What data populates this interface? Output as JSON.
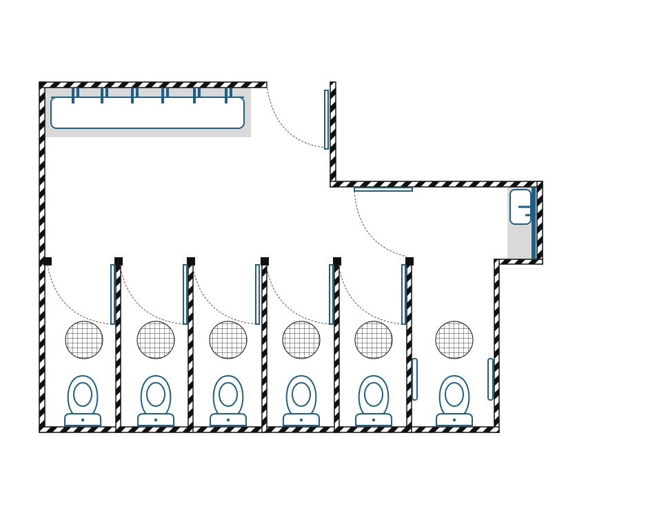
{
  "colors": {
    "wall_dark": "#111111",
    "wall_light": "#ffffff",
    "fixture": "#1c6088",
    "counter_fill": "#d9d9d9",
    "drain": "#333333",
    "swing": "#555555"
  },
  "icons": [
    "toilet-icon",
    "floor-drain-icon",
    "door-icon",
    "grab-bar-icon",
    "hook-icon",
    "sink-icon"
  ],
  "stalls": [
    {
      "id": 1,
      "door": "swing",
      "grab_bar": false
    },
    {
      "id": 2,
      "door": "swing",
      "grab_bar": false
    },
    {
      "id": 3,
      "door": "swing",
      "grab_bar": false
    },
    {
      "id": 4,
      "door": "swing",
      "grab_bar": false
    },
    {
      "id": 5,
      "door": "swing",
      "grab_bar": false
    },
    {
      "id": 6,
      "door": "none",
      "grab_bar": true
    }
  ],
  "wash_counter": {
    "hooks": 6
  },
  "side_room": {
    "sinks": 1
  }
}
